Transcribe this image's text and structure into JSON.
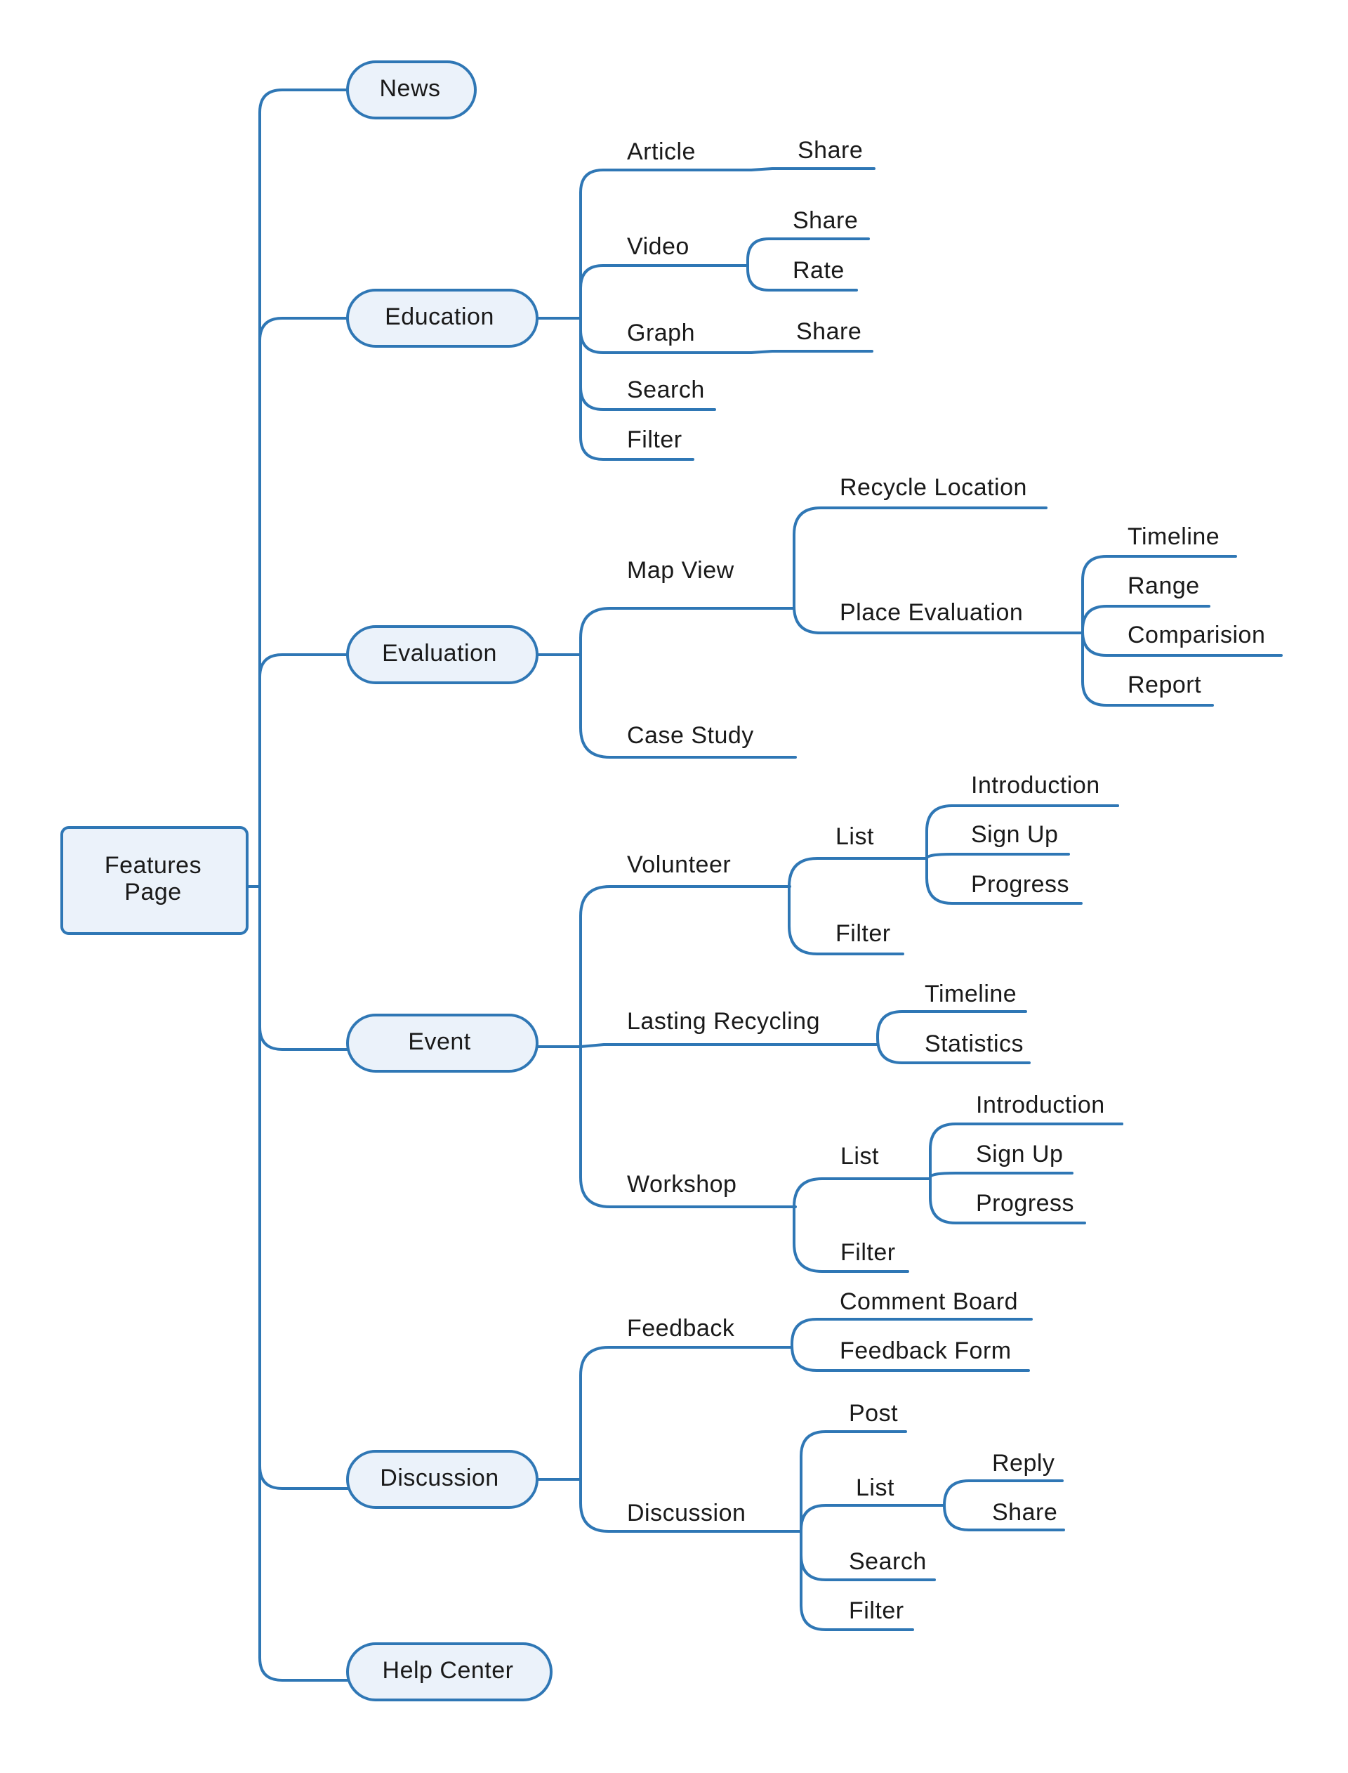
{
  "root": {
    "label_line1": "Features",
    "label_line2": "Page"
  },
  "colors": {
    "line": "#2f77b5",
    "box_fill": "#ebf2fa",
    "text": "#1a1a1a"
  },
  "level1": {
    "news": "News",
    "education": "Education",
    "evaluation": "Evaluation",
    "event": "Event",
    "discussion": "Discussion",
    "help_center": "Help Center"
  },
  "education": {
    "article": "Article",
    "article_share": "Share",
    "video": "Video",
    "video_share": "Share",
    "video_rate": "Rate",
    "graph": "Graph",
    "graph_share": "Share",
    "search": "Search",
    "filter": "Filter"
  },
  "evaluation": {
    "map_view": "Map View",
    "recycle_location": "Recycle Location",
    "place_evaluation": "Place Evaluation",
    "timeline": "Timeline",
    "range": "Range",
    "comparision": "Comparision",
    "report": "Report",
    "case_study": "Case Study"
  },
  "event": {
    "volunteer": "Volunteer",
    "volunteer_list": "List",
    "volunteer_introduction": "Introduction",
    "volunteer_sign_up": "Sign Up",
    "volunteer_progress": "Progress",
    "volunteer_filter": "Filter",
    "lasting_recycling": "Lasting Recycling",
    "lasting_timeline": "Timeline",
    "lasting_statistics": "Statistics",
    "workshop": "Workshop",
    "workshop_list": "List",
    "workshop_introduction": "Introduction",
    "workshop_sign_up": "Sign Up",
    "workshop_progress": "Progress",
    "workshop_filter": "Filter"
  },
  "discussion": {
    "feedback": "Feedback",
    "comment_board": "Comment Board",
    "feedback_form": "Feedback Form",
    "discussion": "Discussion",
    "post": "Post",
    "list": "List",
    "reply": "Reply",
    "share": "Share",
    "search": "Search",
    "filter": "Filter"
  }
}
